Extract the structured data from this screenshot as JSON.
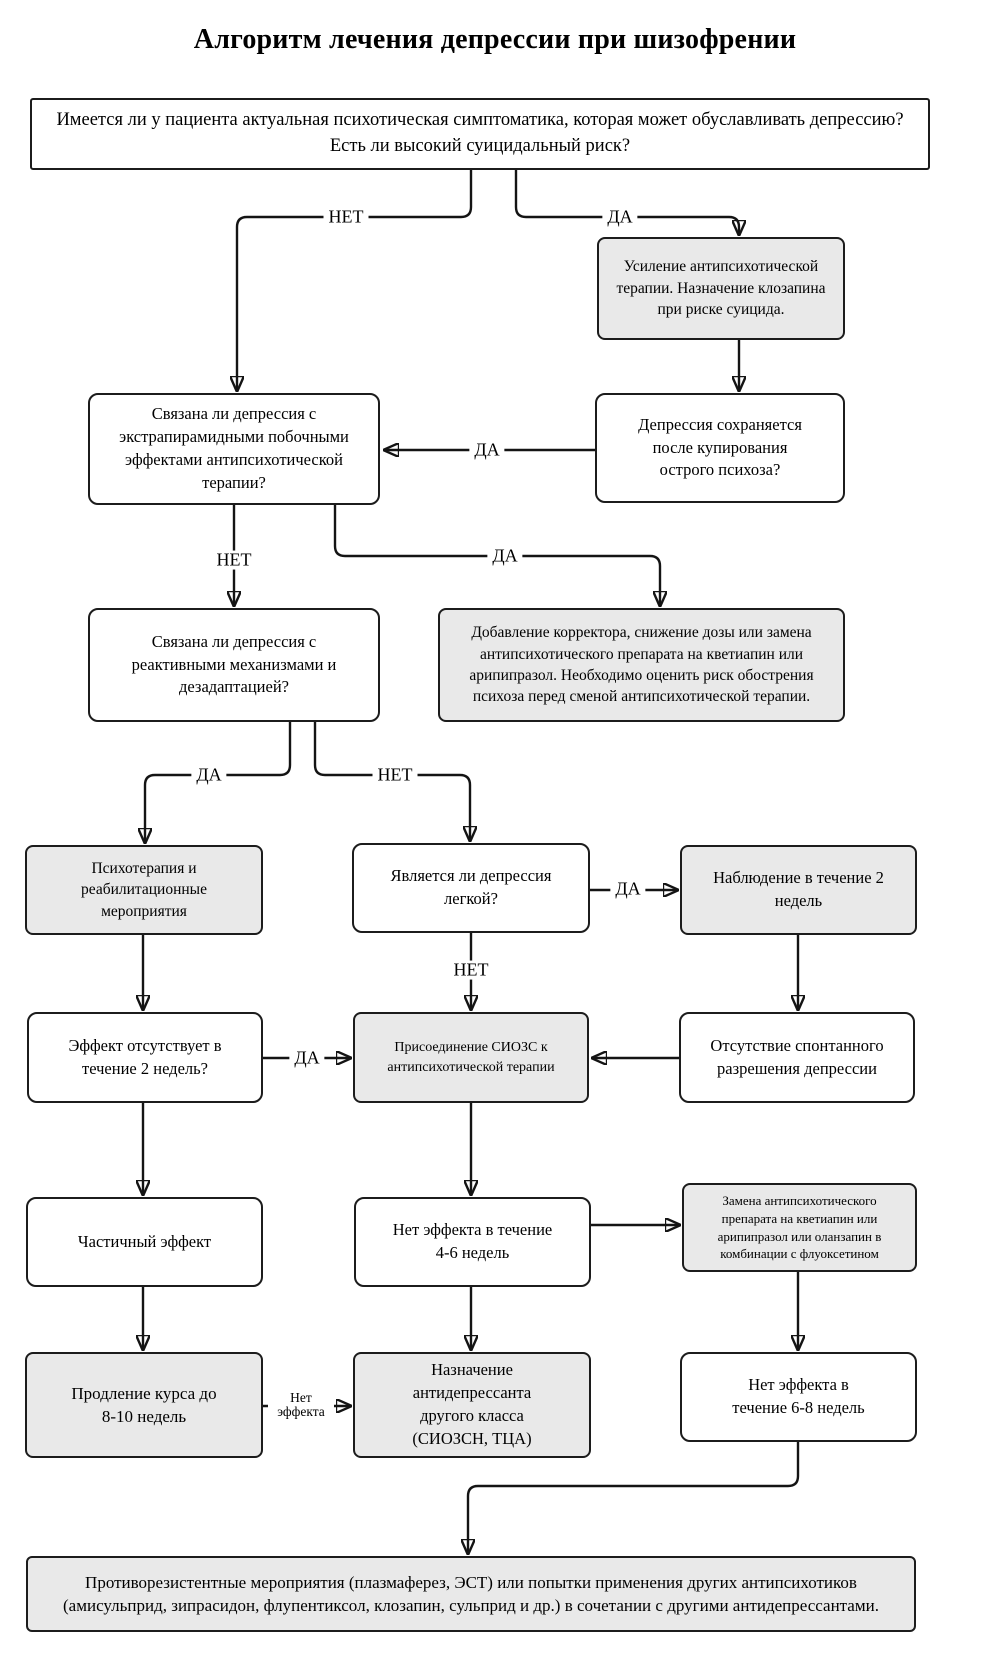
{
  "title": "Алгоритм лечения депрессии при шизофрении",
  "labels": {
    "yes": "ДА",
    "no": "НЕТ",
    "no_effect": "Нет эффекта"
  },
  "colors": {
    "box_gray": "#e9e9e9",
    "box_white": "#ffffff",
    "border": "#1c1c1c",
    "line": "#141414",
    "background": "#ffffff"
  },
  "nodes": {
    "q_psychotic": "Имеется ли у пациента актуальная психотическая симптоматика, которая может обуславливать депрессию? Есть ли высокий суицидальный риск?",
    "intensify": "Усиление антипсихотической терапии. Назначение клозапина при риске суицида.",
    "q_eps": "Связана ли депрессия с экстрапирамидными побочными эффектами антипсихотической терапии?",
    "q_persists": "Депрессия сохраняется после купирования острого психоза?",
    "add_corrector": "Добавление корректора, снижение дозы или замена антипсихотического препарата на кветиапин или арипипразол. Необходимо оценить риск обострения психоза перед сменой антипсихотической терапии.",
    "q_reactive": "Связана ли депрессия с реактивными механизмами и дезадаптацией?",
    "psychotherapy": "Психотерапия и реабилитационные мероприятия",
    "q_mild": "Является ли депрессия легкой?",
    "observation": "Наблюдение в течение 2 недель",
    "no_effect_2w": "Эффект отсутствует в течение 2 недель?",
    "add_ssri": "Присоединение СИОЗС к антипсихотической терапии",
    "no_spontaneous": "Отсутствие спонтанного разрешения депрессии",
    "partial_effect": "Частичный эффект",
    "no_effect_46w": "Нет эффекта в течение 4-6 недель",
    "switch_antipsychotic": "Замена антипсихотического препарата на кветиапин или арипипразол или оланзапин в комбинации с флуоксетином",
    "extend_course": "Продление курса до 8-10 недель",
    "other_class": "Назначение антидепрессанта другого класса (СИОЗСН, ТЦА)",
    "no_effect_68w": "Нет эффекта в течение 6-8 недель",
    "resistant": "Противорезистентные мероприятия (плазмаферез, ЭСТ) или попытки применения других антипсихотиков (амисульприд, зипрасидон, флупентиксол, клозапин, сульприд и др.) в сочетании с другими антидепрессантами."
  }
}
